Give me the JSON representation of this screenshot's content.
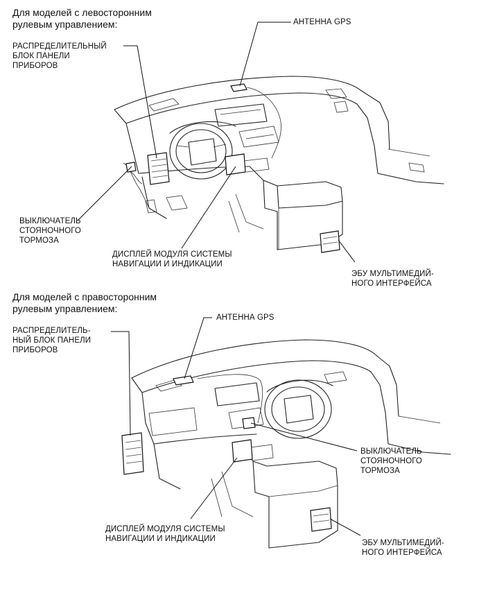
{
  "section_lhd": {
    "heading": [
      "Для моделей с левосторонним",
      "рулевым управлением:"
    ],
    "labels": {
      "junction_block": [
        "РАСПРЕДЕЛИТЕЛЬНЫЙ",
        "БЛОК ПАНЕЛИ",
        "ПРИБОРОВ"
      ],
      "gps_antenna": [
        "АНТЕННА GPS"
      ],
      "parking_brake_switch": [
        "ВЫКЛЮЧАТЕЛЬ",
        "СТОЯНОЧНОГО",
        "ТОРМОЗА"
      ],
      "nav_display": [
        "ДИСПЛЕЙ МОДУЛЯ СИСТЕМЫ",
        "НАВИГАЦИИ И ИНДИКАЦИИ"
      ],
      "multimedia_ecu": [
        "ЭБУ МУЛЬТИМЕДИЙ-",
        "НОГО ИНТЕРФЕЙСА"
      ]
    }
  },
  "section_rhd": {
    "heading": [
      "Для моделей с правосторонним",
      "рулевым управлением:"
    ],
    "labels": {
      "junction_block": [
        "РАСПРЕДЕЛИТЕЛЬ-",
        "НЫЙ БЛОК ПАНЕЛИ",
        "ПРИБОРОВ"
      ],
      "gps_antenna": [
        "АНТЕННА GPS"
      ],
      "parking_brake_switch": [
        "ВЫКЛЮЧАТЕЛЬ",
        "СТОЯНОЧНОГО",
        "ТОРМОЗА"
      ],
      "nav_display": [
        "ДИСПЛЕЙ МОДУЛЯ СИСТЕМЫ",
        "НАВИГАЦИИ И ИНДИКАЦИИ"
      ],
      "multimedia_ecu": [
        "ЭБУ МУЛЬТИМЕДИЙ-",
        "НОГО ИНТЕРФЕЙСА"
      ]
    }
  }
}
